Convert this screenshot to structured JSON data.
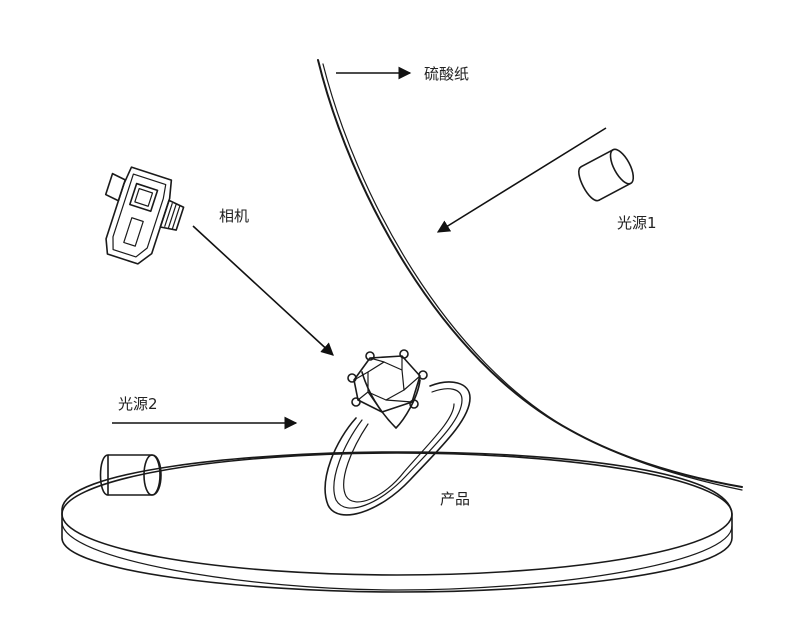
{
  "labels": {
    "paper": "硫酸纸",
    "camera": "相机",
    "light1": "光源1",
    "light2": "光源2",
    "product": "产品"
  },
  "colors": {
    "ink": "#1a1a1a",
    "background": "#ffffff"
  },
  "icons": {
    "camera": "camera-icon",
    "light1": "cylinder-light-icon",
    "light2": "cylinder-light-icon",
    "product": "diamond-ring-icon"
  }
}
